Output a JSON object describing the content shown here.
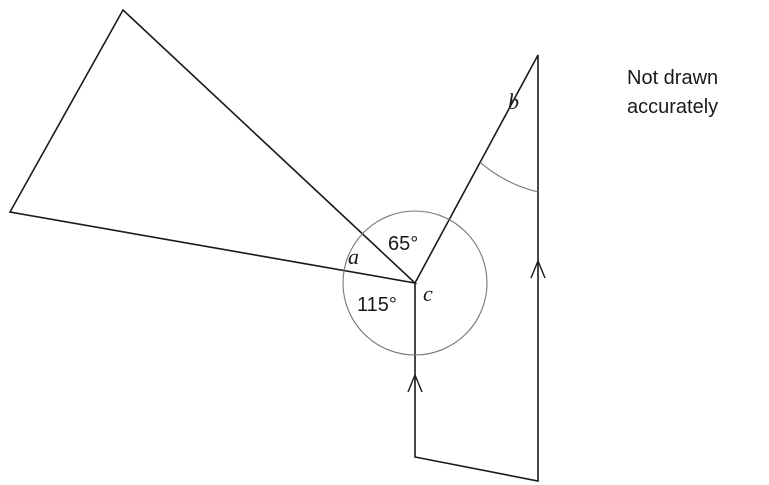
{
  "figure": {
    "angle_labels": {
      "a": "a",
      "b": "b",
      "c": "c"
    },
    "given_angles": {
      "upper": "65°",
      "lower": "115°"
    },
    "parallel_arrows": 2
  },
  "note": {
    "line1": "Not drawn",
    "line2": "accurately"
  }
}
